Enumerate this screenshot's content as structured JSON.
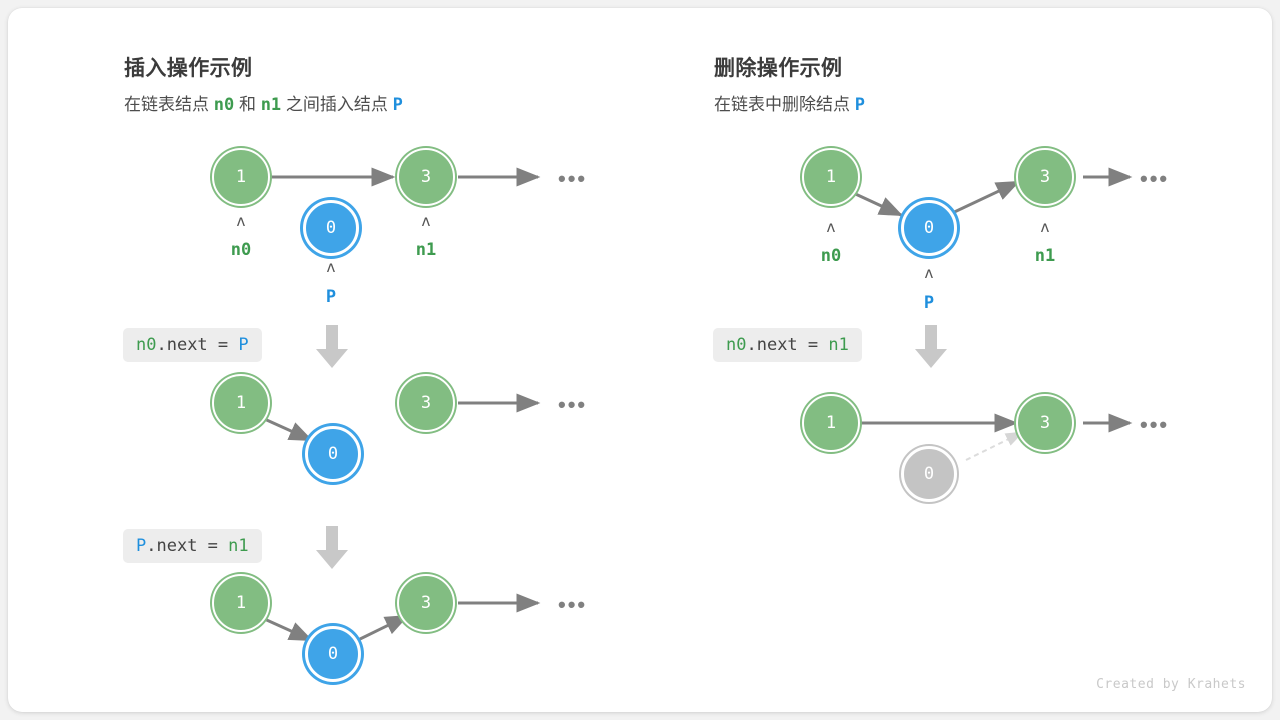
{
  "credit": "Created by Krahets",
  "colors": {
    "node_green": "#82bd82",
    "node_blue": "#3fa4e8",
    "node_gray": "#c4c4c4",
    "label_green": "#3e9b4f",
    "label_blue": "#1f8fdd",
    "arrow_gray": "#808080",
    "chip_bg": "#ededed",
    "step_arrow": "#c8c8c8"
  },
  "panels": {
    "insert": {
      "title": "插入操作示例",
      "subtitle": {
        "part1": "在链表结点",
        "n0": "n0",
        "part2": "和",
        "n1": "n1",
        "part3": "之间插入结点",
        "p": "P"
      },
      "steps": [
        {
          "code": {
            "target": "n0",
            "field": ".next = ",
            "value": "P",
            "full": "n0.next = P"
          },
          "nodes": [
            {
              "value": "1",
              "kind": "green",
              "pointer": "n0"
            },
            {
              "value": "0",
              "kind": "blue",
              "pointer": "P"
            },
            {
              "value": "3",
              "kind": "green",
              "pointer": "n1"
            }
          ],
          "ellipsis": "•••"
        },
        {
          "code": {
            "target": "P",
            "field": ".next = ",
            "value": "n1",
            "full": "P.next = n1"
          },
          "nodes": [
            {
              "value": "1",
              "kind": "green"
            },
            {
              "value": "0",
              "kind": "blue"
            },
            {
              "value": "3",
              "kind": "green"
            }
          ],
          "ellipsis": "•••"
        },
        {
          "nodes": [
            {
              "value": "1",
              "kind": "green"
            },
            {
              "value": "0",
              "kind": "blue"
            },
            {
              "value": "3",
              "kind": "green"
            }
          ],
          "ellipsis": "•••"
        }
      ]
    },
    "delete": {
      "title": "删除操作示例",
      "subtitle": {
        "part1": "在链表中删除结点",
        "p": "P"
      },
      "steps": [
        {
          "code": {
            "target": "n0",
            "field": ".next = ",
            "value": "n1",
            "full": "n0.next = n1"
          },
          "nodes": [
            {
              "value": "1",
              "kind": "green",
              "pointer": "n0"
            },
            {
              "value": "0",
              "kind": "blue",
              "pointer": "P"
            },
            {
              "value": "3",
              "kind": "green",
              "pointer": "n1"
            }
          ],
          "ellipsis": "•••"
        },
        {
          "nodes": [
            {
              "value": "1",
              "kind": "green"
            },
            {
              "value": "0",
              "kind": "gray"
            },
            {
              "value": "3",
              "kind": "green"
            }
          ],
          "ellipsis": "•••"
        }
      ]
    }
  },
  "caret": "ʌ"
}
